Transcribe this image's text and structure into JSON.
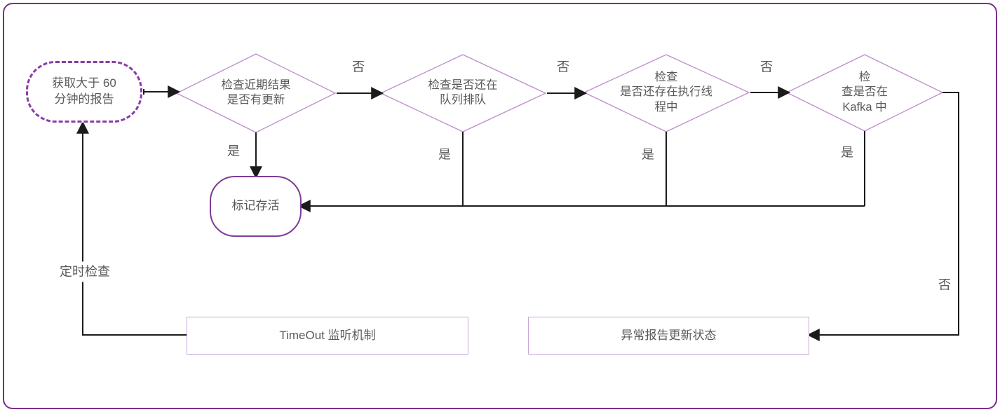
{
  "colors": {
    "outer_border": "#7C2D90",
    "dashed_node_border": "#8A3CA8",
    "terminal_border": "#7D3C98",
    "diamond_border": "#BD8CCB",
    "box_border": "#C9A7D8",
    "line": "#1b1b1b",
    "text": "#5a5a5a",
    "bg": "#ffffff"
  },
  "nodes": {
    "start": {
      "label": "获取大于 60\n分钟的报告"
    },
    "decision1": {
      "label": "检查近期结果\n是否有更新"
    },
    "decision2": {
      "label": "检查是否还在\n队列排队"
    },
    "decision3": {
      "label": "检查\n是否还存在执行线\n程中"
    },
    "decision4": {
      "label": "检\n查是否在\nKafka 中"
    },
    "alive": {
      "label": "标记存活"
    },
    "timeout": {
      "label": "TimeOut 监听机制"
    },
    "abnormal": {
      "label": "异常报告更新状态"
    }
  },
  "edge_labels": {
    "d1_no": "否",
    "d2_no": "否",
    "d3_no": "否",
    "d4_no": "否",
    "d1_yes": "是",
    "d2_yes": "是",
    "d3_yes": "是",
    "d4_yes": "是",
    "timer": "定时检查"
  }
}
